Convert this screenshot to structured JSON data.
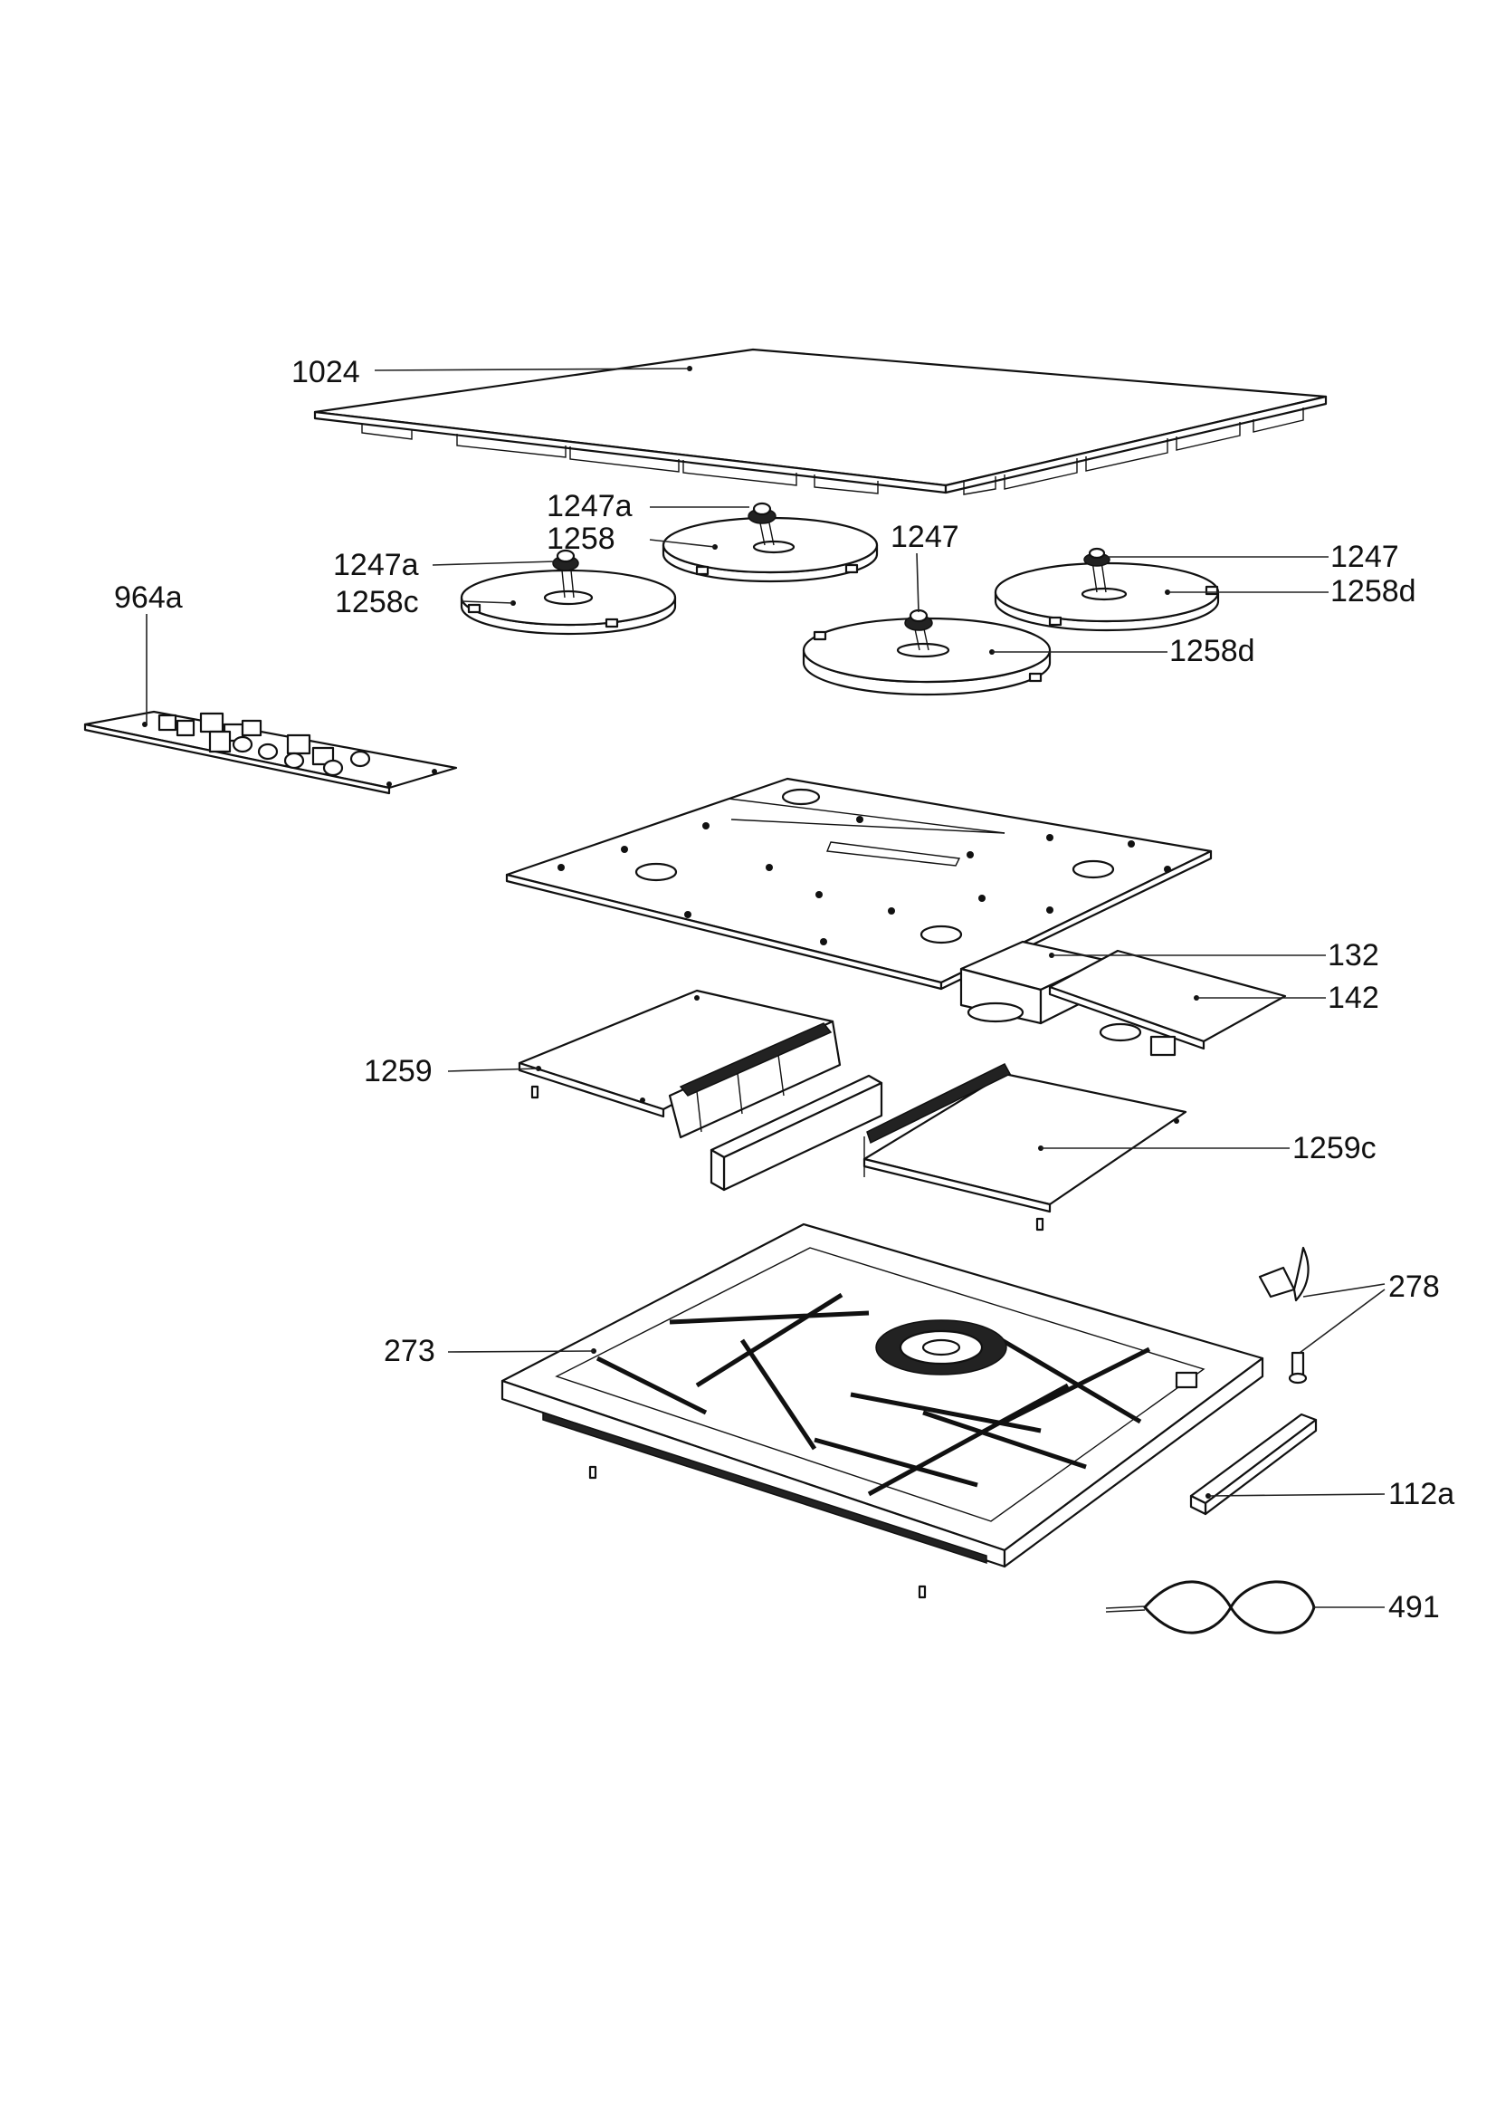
{
  "labels": {
    "p1024": "1024",
    "p1247a_top": "1247a",
    "p1258": "1258",
    "p1247a_left": "1247a",
    "p1258c": "1258c",
    "p1247_mid": "1247",
    "p1247_right": "1247",
    "p1258d_right": "1258d",
    "p1258d_mid": "1258d",
    "p964a": "964a",
    "p132": "132",
    "p142": "142",
    "p1259": "1259",
    "p1259c": "1259c",
    "p273": "273",
    "p278": "278",
    "p112a": "112a",
    "p491": "491"
  }
}
